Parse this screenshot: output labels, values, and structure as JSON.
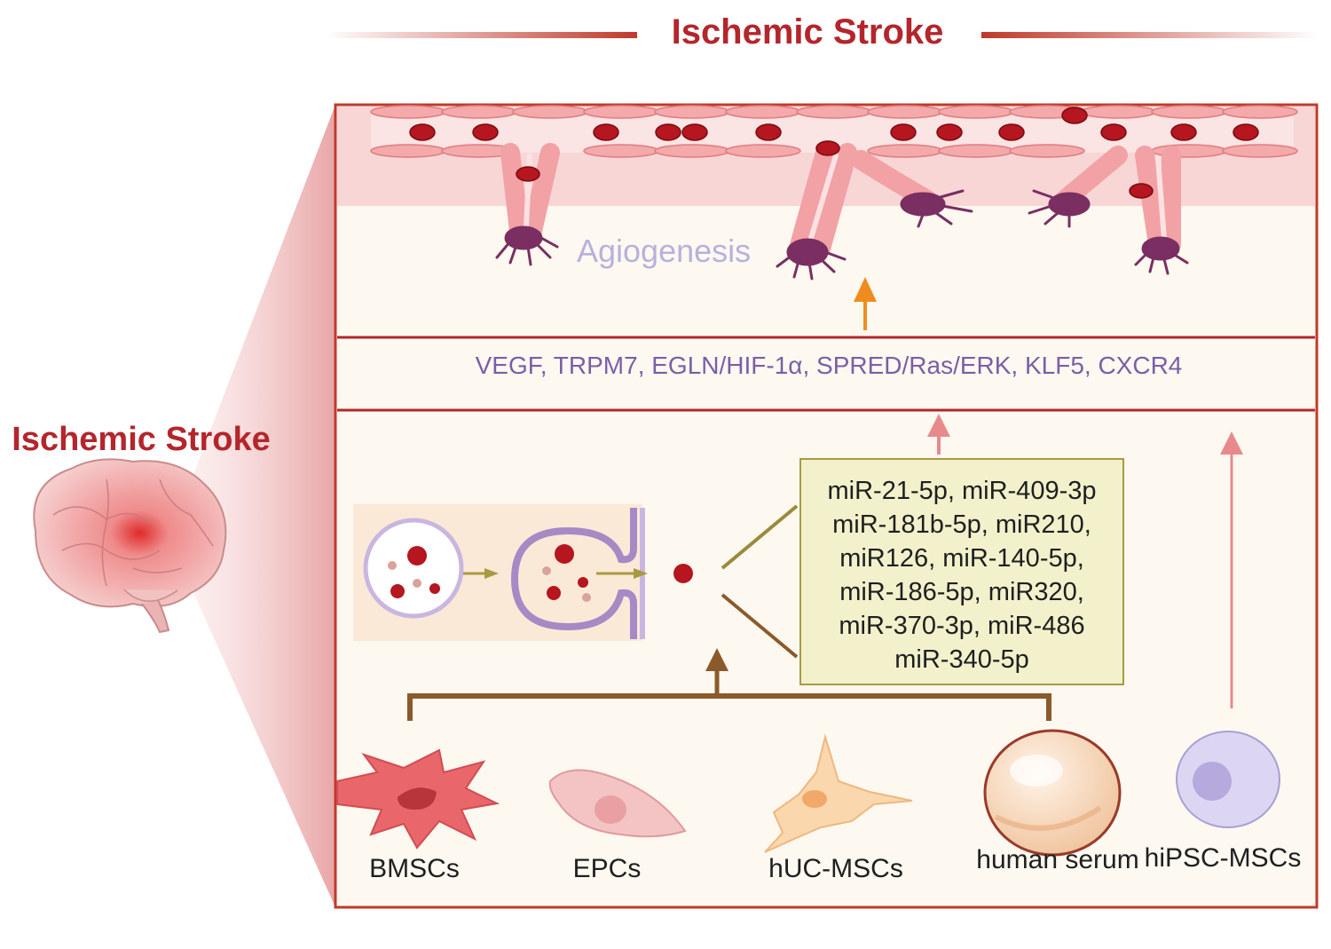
{
  "title_top": "Ischemic Stroke",
  "title_side": "Ischemic Stroke",
  "angiogenesis_label": "Agiogenesis",
  "pathways": "VEGF, TRPM7, EGLN/HIF-1α, SPRED/Ras/ERK, KLF5, CXCR4",
  "mirnas": [
    "miR-21-5p, miR-409-3p",
    "miR-181b-5p, miR210,",
    "miR126, miR-140-5p,",
    "miR-186-5p, miR320,",
    "miR-370-3p, miR-486",
    "miR-340-5p"
  ],
  "cell_sources": {
    "bmsc": "BMSCs",
    "epc": "EPCs",
    "huc": "hUC-MSCs",
    "serum": "human serum",
    "hipsc": "hiPSC-MSCs"
  },
  "colors": {
    "title_red": "#b3262c",
    "frame_red": "#c0392b",
    "vessel_pink": "#f4a9ab",
    "rbc_red": "#b5161f",
    "pathway_purple": "#7b5ea7",
    "angio_lavender": "#b8b1dd",
    "mirna_bg": "#f2f1cc",
    "bracket_brown": "#8b5a2b",
    "arrow_orange": "#f08c1e",
    "arrow_pink": "#e88a8c"
  },
  "icons": [
    "brain-icon",
    "exosome-icon",
    "bmsc-cell-icon",
    "epc-cell-icon",
    "huc-msc-cell-icon",
    "serum-sphere-icon",
    "hipsc-msc-cell-icon",
    "pericyte-icon",
    "red-blood-cell-icon"
  ]
}
